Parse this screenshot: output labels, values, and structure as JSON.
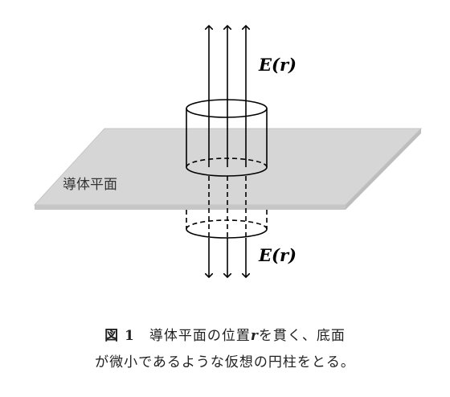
{
  "diagram": {
    "plane_label": "導体平面",
    "field_label_top": "E(r)",
    "field_label_bottom": "E(r)",
    "colors": {
      "plane_fill": "#d6d6d6",
      "plane_edge": "#bdbdbd",
      "stroke": "#000000"
    }
  },
  "caption": {
    "figure_label": "図 1",
    "line1_text": "導体平面の位置",
    "position_var": "r",
    "line1_rest": "を貫く、底面",
    "line2": "が微小であるような仮想の円柱をとる。"
  }
}
